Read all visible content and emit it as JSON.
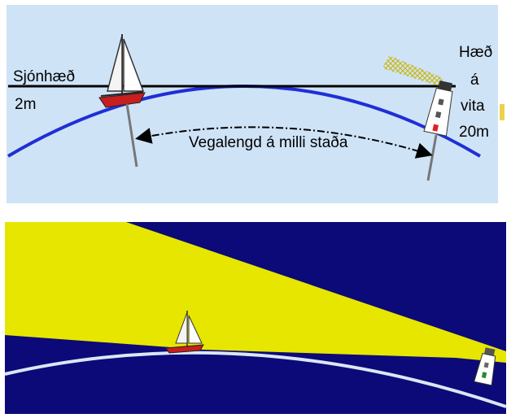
{
  "top_panel": {
    "eye_height_label_line1": "Sjónhæð",
    "eye_height_label_line2": "2m",
    "lighthouse_height_line1": "Hæð",
    "lighthouse_height_line2": "á",
    "lighthouse_height_line3": "vita",
    "lighthouse_height_line4": "20m",
    "distance_label": "Vegalengd á milli staða"
  },
  "colors": {
    "top_sky": "#cfe3f7",
    "earth_curve": "#1f2fd6",
    "hull": "#c81e1e",
    "bottom_sky": "#0b0a78",
    "beam": "#e6e600",
    "bottom_curve": "#dce6f5"
  }
}
